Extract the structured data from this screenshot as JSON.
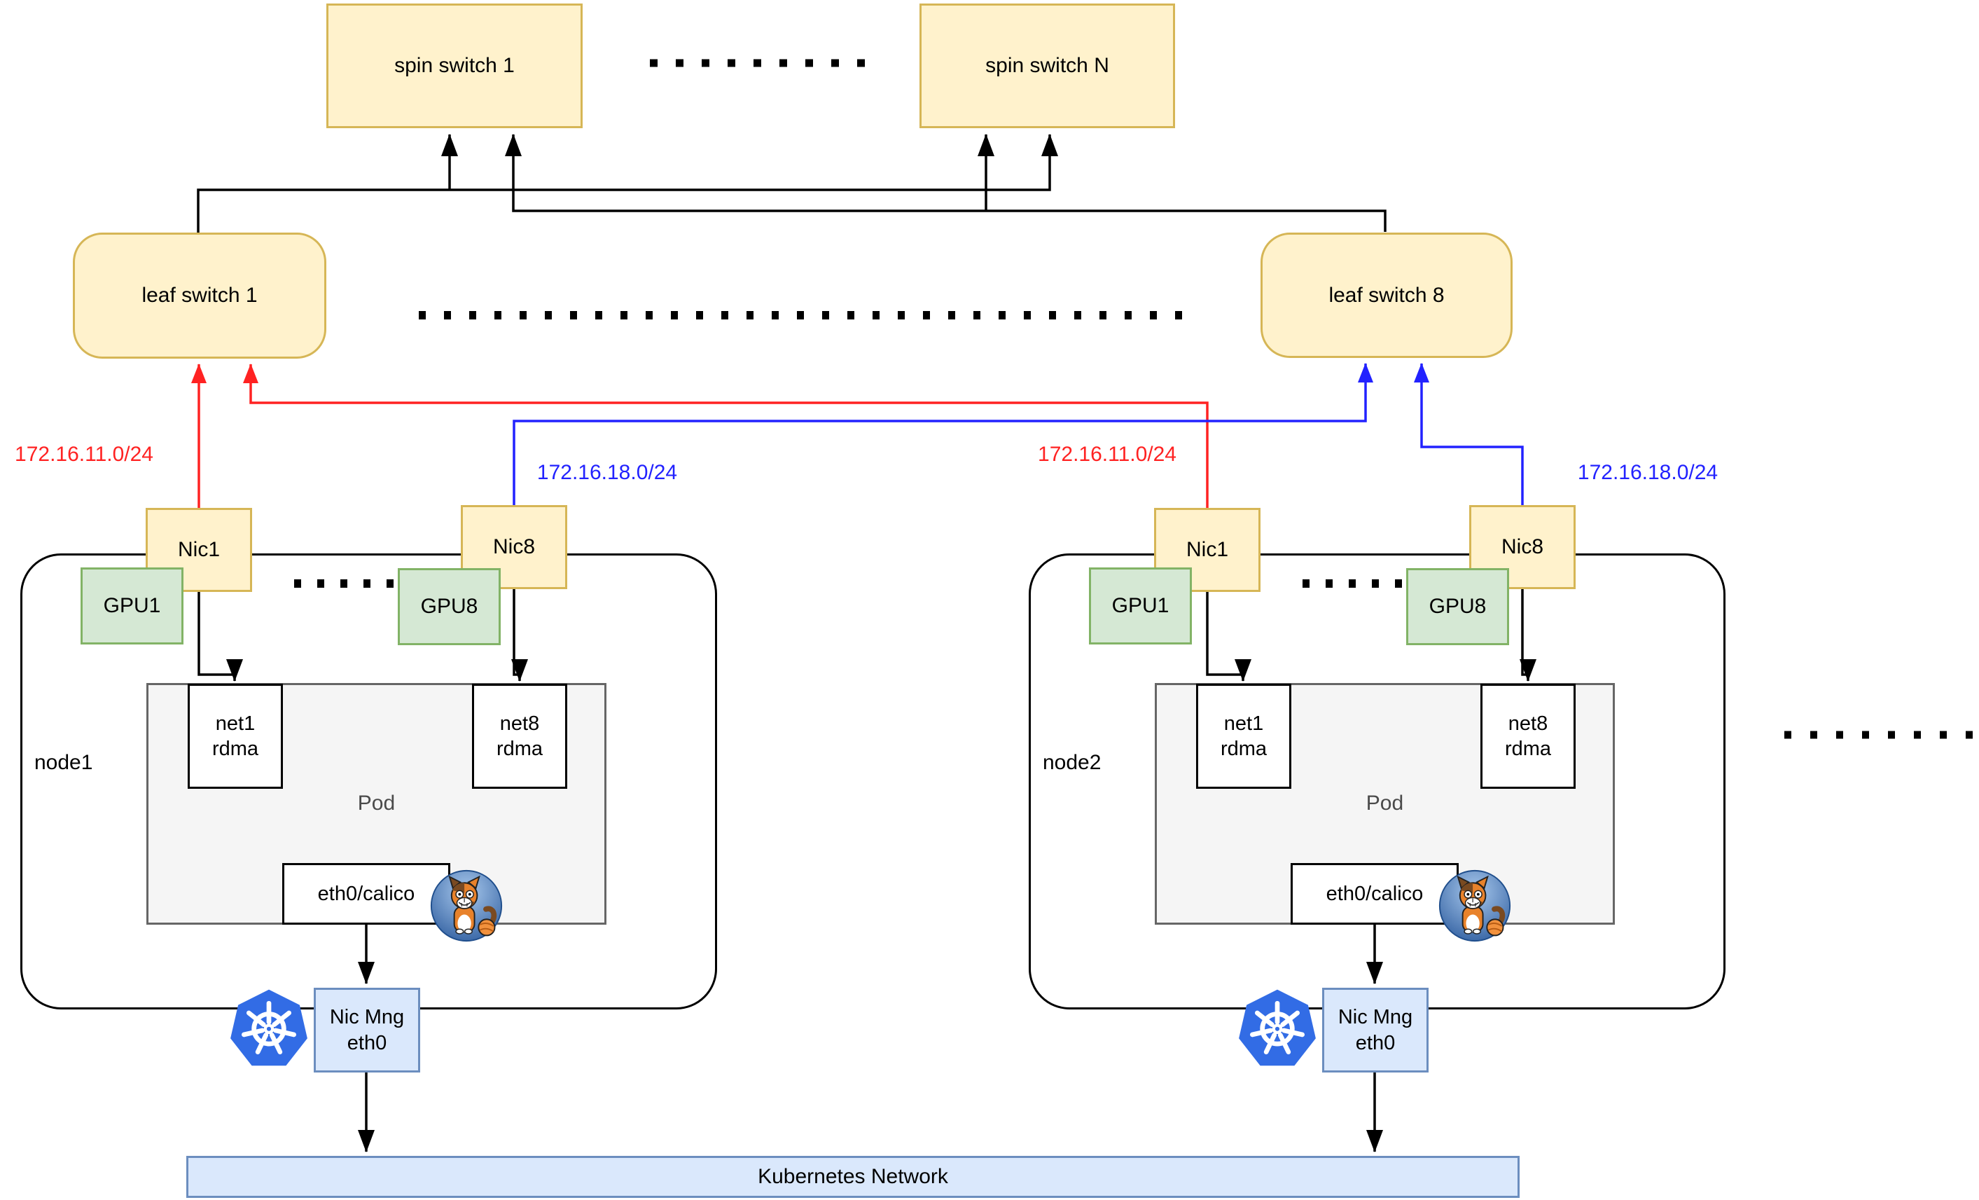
{
  "spine_switches": [
    {
      "label": "spin switch 1"
    },
    {
      "label": "spin switch N"
    }
  ],
  "leaf_switches": [
    {
      "label": "leaf switch 1"
    },
    {
      "label": "leaf switch 8"
    }
  ],
  "subnets": {
    "red": {
      "label": "172.16.11.0/24",
      "color": "#FF2222"
    },
    "blue": {
      "label": "172.16.18.0/24",
      "color": "#2222FF"
    }
  },
  "nodes": [
    {
      "label": "node1",
      "nic1": {
        "label": "Nic1"
      },
      "nic8": {
        "label": "Nic8"
      },
      "gpu1": {
        "label": "GPU1"
      },
      "gpu8": {
        "label": "GPU8"
      },
      "pod": {
        "label": "Pod",
        "net1": {
          "line1": "net1",
          "line2": "rdma"
        },
        "net8": {
          "line1": "net8",
          "line2": "rdma"
        },
        "eth": {
          "label": "eth0/calico"
        }
      },
      "nic_mng": {
        "line1": "Nic Mng",
        "line2": "eth0"
      }
    },
    {
      "label": "node2",
      "nic1": {
        "label": "Nic1"
      },
      "nic8": {
        "label": "Nic8"
      },
      "gpu1": {
        "label": "GPU1"
      },
      "gpu8": {
        "label": "GPU8"
      },
      "pod": {
        "label": "Pod",
        "net1": {
          "line1": "net1",
          "line2": "rdma"
        },
        "net8": {
          "line1": "net8",
          "line2": "rdma"
        },
        "eth": {
          "label": "eth0/calico"
        }
      },
      "nic_mng": {
        "line1": "Nic Mng",
        "line2": "eth0"
      }
    }
  ],
  "network_bar": {
    "label": "Kubernetes Network"
  },
  "icons": {
    "kubernetes": "kubernetes-logo",
    "calico": "calico-cat-logo"
  },
  "colors": {
    "switch_fill": "#FFF2CC",
    "switch_border": "#D6B656",
    "gpu_fill": "#D5E8D4",
    "gpu_border": "#82B366",
    "blue_box_fill": "#DAE8FC",
    "blue_box_border": "#6C8EBF",
    "pod_fill": "#F5F5F5",
    "pod_border": "#666666",
    "kubernetes_blue": "#326CE5"
  }
}
